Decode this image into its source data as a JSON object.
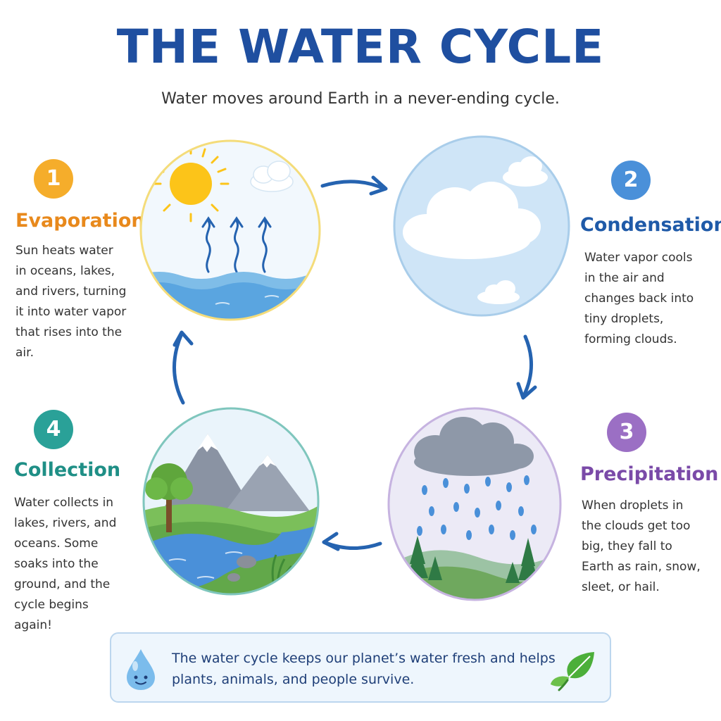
{
  "title": "THE WATER CYCLE",
  "subtitle": "Water moves around Earth in a never-ending cycle.",
  "steps": [
    {
      "number": "1",
      "name": "Evaporation",
      "description": "Sun heats water in oceans, lakes, and rivers, turning it into water vapor that rises into the air.",
      "color": "#f5a623",
      "title_color": "#e8891c"
    },
    {
      "number": "2",
      "name": "Condensation",
      "description": "Water vapor cools in the air and changes back into tiny droplets, forming clouds.",
      "color": "#4a90d9",
      "title_color": "#1f5aa8"
    },
    {
      "number": "3",
      "name": "Precipitation",
      "description": "When droplets in the clouds get too big, they fall to Earth as rain, snow, sleet, or hail.",
      "color": "#9b6fc4",
      "title_color": "#7a4aa8"
    },
    {
      "number": "4",
      "name": "Collection",
      "description": "Water collects in lakes, rivers, and oceans. Some soaks into the ground, and the cycle begins again!",
      "color": "#2aa198",
      "title_color": "#1f8f86"
    }
  ],
  "footer": {
    "text": "The water cycle keeps our planet’s water fresh and helps plants, animals, and people survive."
  },
  "colors": {
    "title": "#1f4fa0",
    "arrow": "#2563b0",
    "water": "#5aa5e0",
    "footer_bg": "#eef6fd"
  }
}
